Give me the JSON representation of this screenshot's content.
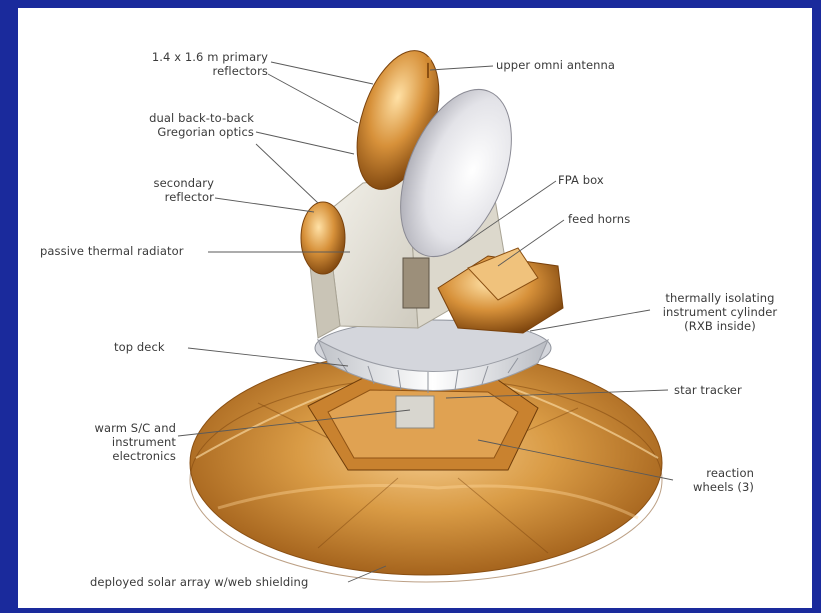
{
  "labels": {
    "primary_reflectors": [
      "1.4 x 1.6 m primary",
      "reflectors"
    ],
    "upper_omni_antenna": [
      "upper omni antenna"
    ],
    "gregorian_optics": [
      "dual back-to-back",
      "Gregorian optics"
    ],
    "fpa_box": [
      "FPA box"
    ],
    "secondary_reflector": [
      "secondary",
      "reflector"
    ],
    "feed_horns": [
      "feed horns"
    ],
    "passive_radiator": [
      "passive thermal radiator"
    ],
    "instrument_cylinder": [
      "thermally isolating",
      "instrument cylinder",
      "(RXB inside)"
    ],
    "top_deck": [
      "top deck"
    ],
    "star_tracker": [
      "star tracker"
    ],
    "warm_electronics": [
      "warm S/C and",
      "instrument",
      "electronics"
    ],
    "reaction_wheels": [
      "reaction",
      "wheels (3)"
    ],
    "solar_array": [
      "deployed solar array w/web shielding"
    ]
  },
  "colors": {
    "frame_border": "#1a2a9c",
    "gold": "#d18a32",
    "gold_dark": "#8a4f12",
    "panel": "#e9e6dd",
    "dish": "#e8e8ec"
  }
}
